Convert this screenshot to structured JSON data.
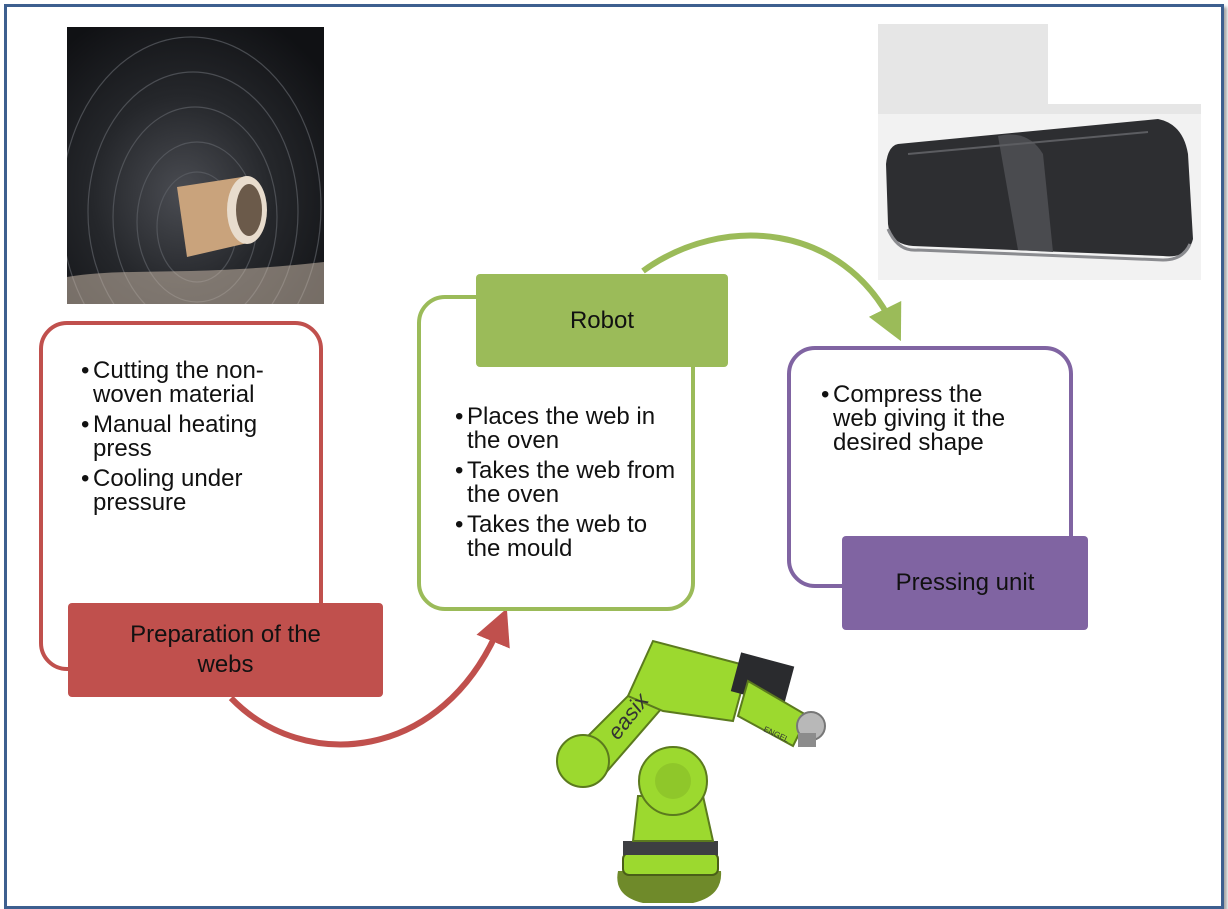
{
  "colors": {
    "frame": "#3d5f8f",
    "red": "#c0504d",
    "green": "#9bbb59",
    "purple": "#8064a2",
    "robot_green": "#9cd92f"
  },
  "steps": [
    {
      "label": "Preparation of the webs",
      "bullets": [
        "Cutting the non-woven material",
        "Manual heating press",
        "Cooling under pressure"
      ]
    },
    {
      "label": "Robot",
      "bullets": [
        "Places the web in the oven",
        "Takes the web from the oven",
        "Takes the web to the mould"
      ]
    },
    {
      "label": "Pressing unit",
      "bullets": [
        "Compress the web giving it the desired shape"
      ]
    }
  ],
  "images": {
    "nonwoven_roll": "roll of non-woven fibre material on cardboard core",
    "pressed_part": "dark pressed composite part",
    "robot": "green industrial robot arm",
    "robot_brand": "easix",
    "robot_maker": "ENGEL"
  }
}
